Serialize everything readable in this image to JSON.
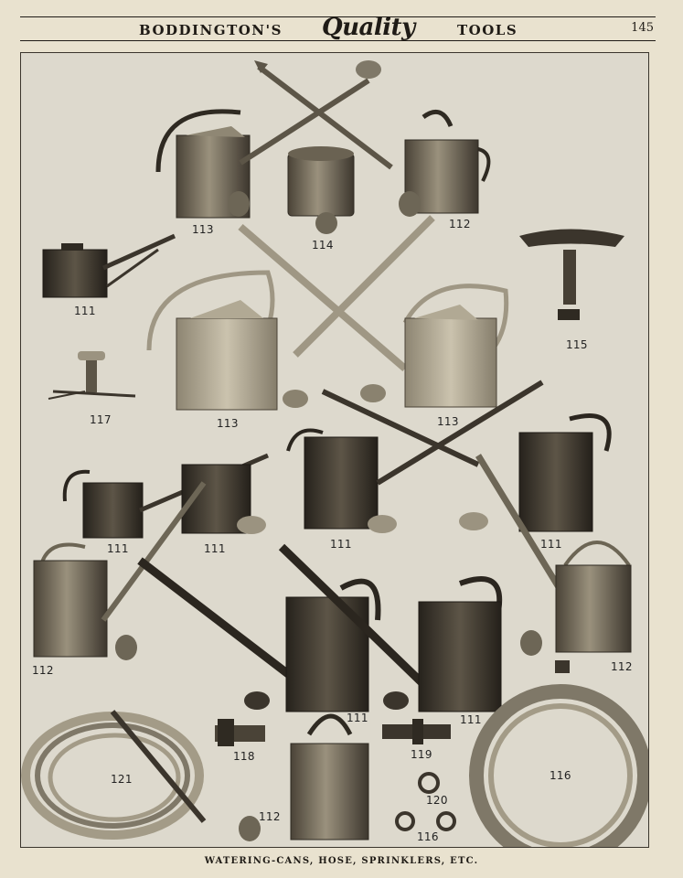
{
  "header": {
    "left": "BODDINGTON'S",
    "quality": "Quality",
    "right": "TOOLS",
    "page_number": "145"
  },
  "labels": {
    "l113a": "113",
    "l114": "114",
    "l112a": "112",
    "l111a": "111",
    "l115": "115",
    "l117": "117",
    "l113b": "113",
    "l113c": "113",
    "l111b": "111",
    "l111c": "111",
    "l111d": "111",
    "l111e": "111",
    "l112b": "112",
    "l112c": "112",
    "l111f": "111",
    "l111g": "111",
    "l121": "121",
    "l118": "118",
    "l119": "119",
    "l120": "120",
    "l116a": "116",
    "l116b": "116",
    "l112d": "112"
  },
  "caption": "WATERING-CANS, HOSE, SPRINKLERS, ETC.",
  "colors": {
    "paper": "#e9e2cf",
    "plate": "#ddd9cd",
    "metal_dark": "#3b352c",
    "metal_mid": "#7d7565",
    "metal_light": "#b2aa97"
  }
}
